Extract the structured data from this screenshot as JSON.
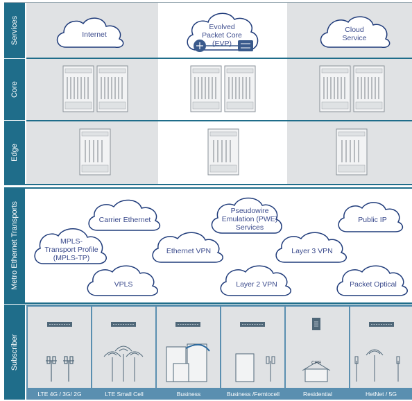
{
  "rows": {
    "services": "Services",
    "core": "Core",
    "edge": "Edge",
    "metro": "Metro Ethernet Transports",
    "subscriber": "Subscriber"
  },
  "services": {
    "internet": "Internet",
    "evp_line1": "Evolved",
    "evp_line2": "Packet Core",
    "evp_line3": "(EVP)",
    "cloud_line1": "Cloud",
    "cloud_line2": "Service"
  },
  "metro": {
    "carrier_ethernet": "Carrier Ethernet",
    "pwe_line1": "Pseudowire",
    "pwe_line2": "Emulation (PWE)",
    "pwe_line3": "Services",
    "public_ip": "Public IP",
    "mpls_line1": "MPLS-",
    "mpls_line2": "Transport Profile",
    "mpls_line3": "(MPLS-TP)",
    "ethernet_vpn": "Ethernet VPN",
    "layer3_vpn": "Layer 3 VPN",
    "vpls": "VPLS",
    "layer2_vpn": "Layer 2 VPN",
    "packet_optical": "Packet Optical"
  },
  "subscriber": {
    "cpe": "CPE",
    "labels": [
      "LTE 4G / 3G/ 2G",
      "LTE Small Cell",
      "Business",
      "Business /Femtocell",
      "Residential",
      "HetNet / 5G"
    ]
  },
  "colors": {
    "accent": "#1f6d8a",
    "cloud_text": "#3a4a8c",
    "panel": "#e0e2e4"
  }
}
